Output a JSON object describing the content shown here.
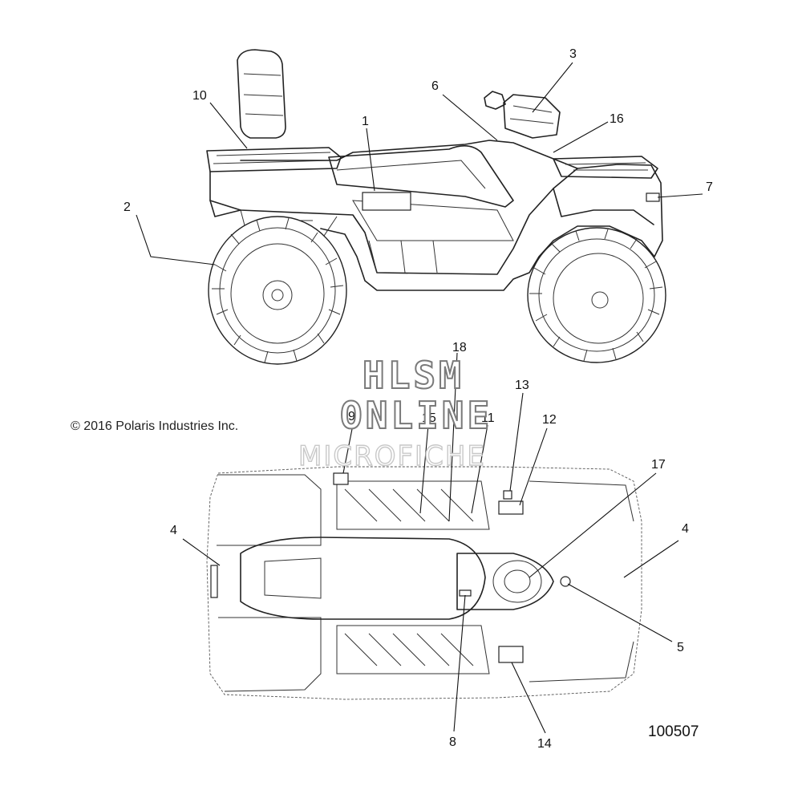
{
  "callouts": [
    "1",
    "2",
    "3",
    "4",
    "4",
    "5",
    "6",
    "7",
    "8",
    "9",
    "10",
    "11",
    "12",
    "13",
    "14",
    "15",
    "16",
    "17",
    "18"
  ],
  "copyright": "© 2016 Polaris Industries Inc.",
  "part_number": "100507",
  "watermark": {
    "line1": "HLSM",
    "line2": "ONLINE",
    "line3": "MICROFICHE"
  },
  "colors": {
    "line": "#222222",
    "watermark": "#7a7a7a",
    "background": "#ffffff"
  }
}
